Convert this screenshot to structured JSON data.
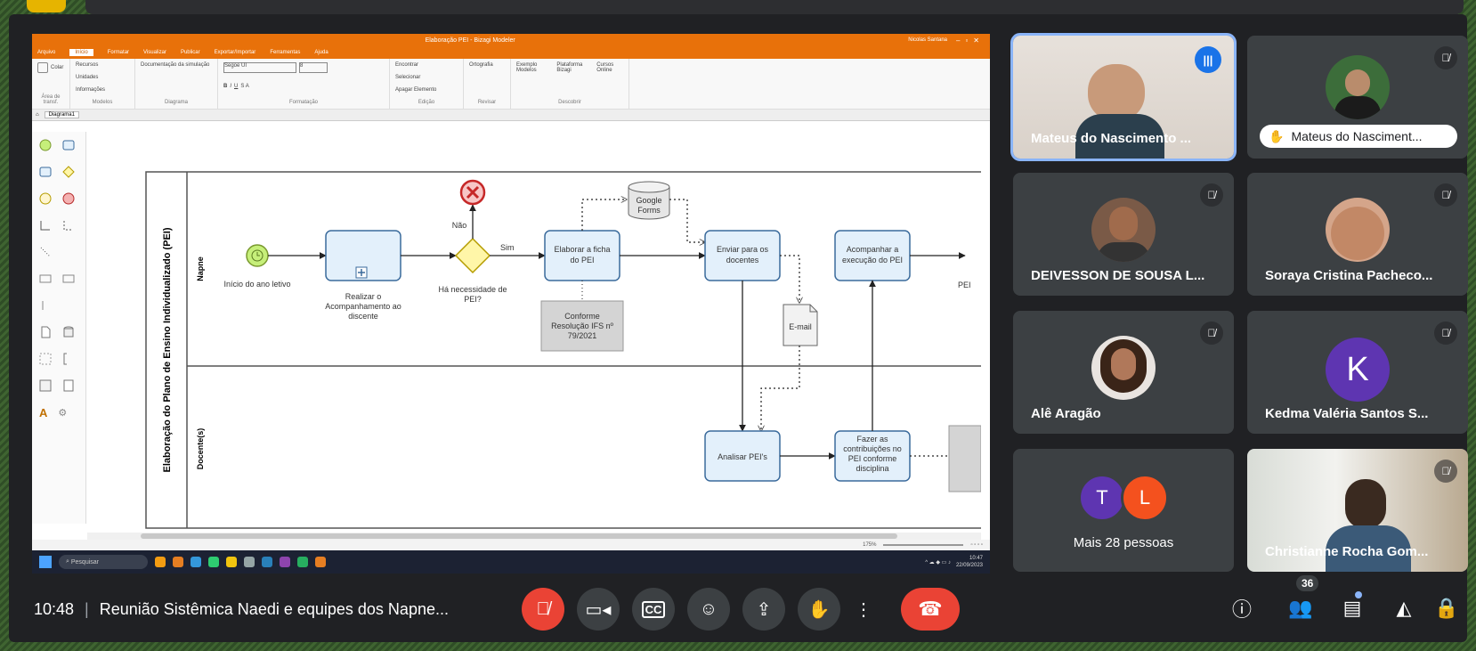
{
  "app": {
    "window_title": "Elaboração PEI - Bizagi Modeler",
    "user": "Nicolas Santana",
    "menu": [
      "Arquivo",
      "Início",
      "Formatar",
      "Visualizar",
      "Publicar",
      "Exportar/Importar",
      "Ferramentas",
      "Ajuda"
    ],
    "active_menu": "Início",
    "ribbon": {
      "groups": [
        {
          "label": "Área de transf.",
          "items": [
            "Colar"
          ]
        },
        {
          "label": "Modelos",
          "items": [
            "Recursos",
            "Unidades",
            "Informações"
          ]
        },
        {
          "label": "Diagrama",
          "items": [
            "Documentação da simulação"
          ]
        },
        {
          "label": "Formatação",
          "items": [
            "Segoe UI",
            "8"
          ]
        },
        {
          "label": "Edição",
          "items": [
            "Encontrar",
            "Selecionar",
            "Apagar Elemento"
          ]
        },
        {
          "label": "Revisar",
          "items": [
            "Ortografia"
          ]
        },
        {
          "label": "Descobrir",
          "items": [
            "Exemplo Modelos",
            "Plataforma Bizagi",
            "Cursos Online"
          ]
        }
      ]
    },
    "diagram_tab": "Diagrama1",
    "zoom": "175%",
    "taskbar_search": "Pesquisar",
    "clock_time": "10:47",
    "clock_date": "22/09/2023"
  },
  "diagram": {
    "pool": "Elaboração do Plano de Ensino Individualizado (PEI)",
    "lane_top": "Napne",
    "lane_bottom": "Docente(s)",
    "start_label": "Início do ano letivo",
    "task_acomp": "Realizar o Acompanhamento ao discente",
    "gateway_label": "Há necessidade de PEI?",
    "no_label": "Não",
    "yes_label": "Sim",
    "task_ficha": "Elaborar a ficha do PEI",
    "datastore": "Google Forms",
    "annotation": "Conforme Resolução IFS nº 79/2021",
    "task_enviar": "Enviar para os docentes",
    "email": "E-mail",
    "task_exec": "Acompanhar a execução do PEI",
    "right_cut": "PEI",
    "task_analisar": "Analisar PEI's",
    "task_contrib": "Fazer as contribuições no PEI conforme disciplina"
  },
  "participants": [
    {
      "name": "Mateus do Nascimento ...",
      "speaking": true
    },
    {
      "name": "Mateus do Nasciment...",
      "muted": true,
      "pill": true
    },
    {
      "name": "DEIVESSON DE SOUSA L...",
      "muted": true
    },
    {
      "name": "Soraya Cristina Pacheco...",
      "muted": true
    },
    {
      "name": "Alê Aragão",
      "muted": true
    },
    {
      "name": "Kedma Valéria Santos S...",
      "muted": true,
      "initial": "K"
    },
    {
      "name": "Christianne Rocha Gom...",
      "muted": true
    }
  ],
  "more": {
    "label": "Mais 28 pessoas",
    "initials": [
      "T",
      "L"
    ]
  },
  "meeting": {
    "time": "10:48",
    "title": "Reunião Sistêmica Naedi e equipes dos Napne...",
    "people_count": "36"
  },
  "colors": {
    "accent": "#8ab4f8",
    "danger": "#ea4335",
    "tile": "#3c4043",
    "bizagi": "#e8710a"
  }
}
